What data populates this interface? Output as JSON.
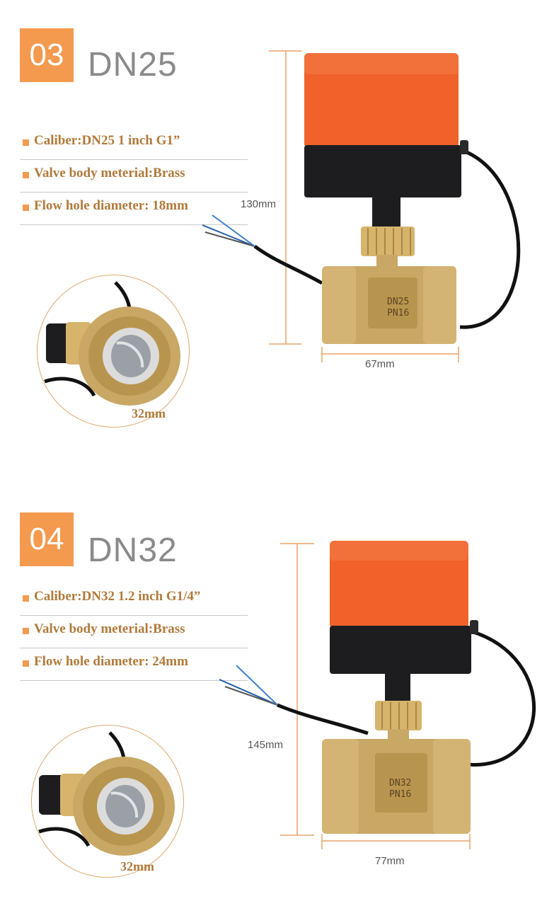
{
  "colors": {
    "accent": "#f39a4f",
    "spec_text": "#b07a3a",
    "title_gray": "#8a8a8a",
    "actuator_orange": "#f0622a",
    "actuator_black": "#1d1d1f",
    "brass": "#c9a765",
    "dimension_line": "#e8a46a"
  },
  "products": [
    {
      "number": "03",
      "model": "DN25",
      "specs": [
        "Caliber:DN25  1 inch  G1”",
        "Valve body meterial:Brass",
        "Flow hole diameter: 18mm"
      ],
      "height_label": "130mm",
      "width_label": "67mm",
      "hole_label": "32mm",
      "body_marking": [
        "DN25",
        "PN16"
      ],
      "icons": [
        "valve-photo",
        "zoom-circle-photo"
      ]
    },
    {
      "number": "04",
      "model": "DN32",
      "specs": [
        "Caliber:DN32  1.2 inch G1/4”",
        "Valve body meterial:Brass",
        "Flow hole diameter: 24mm"
      ],
      "height_label": "145mm",
      "width_label": "77mm",
      "hole_label": "32mm",
      "body_marking": [
        "DN32",
        "PN16"
      ],
      "icons": [
        "valve-photo",
        "zoom-circle-photo"
      ]
    }
  ]
}
